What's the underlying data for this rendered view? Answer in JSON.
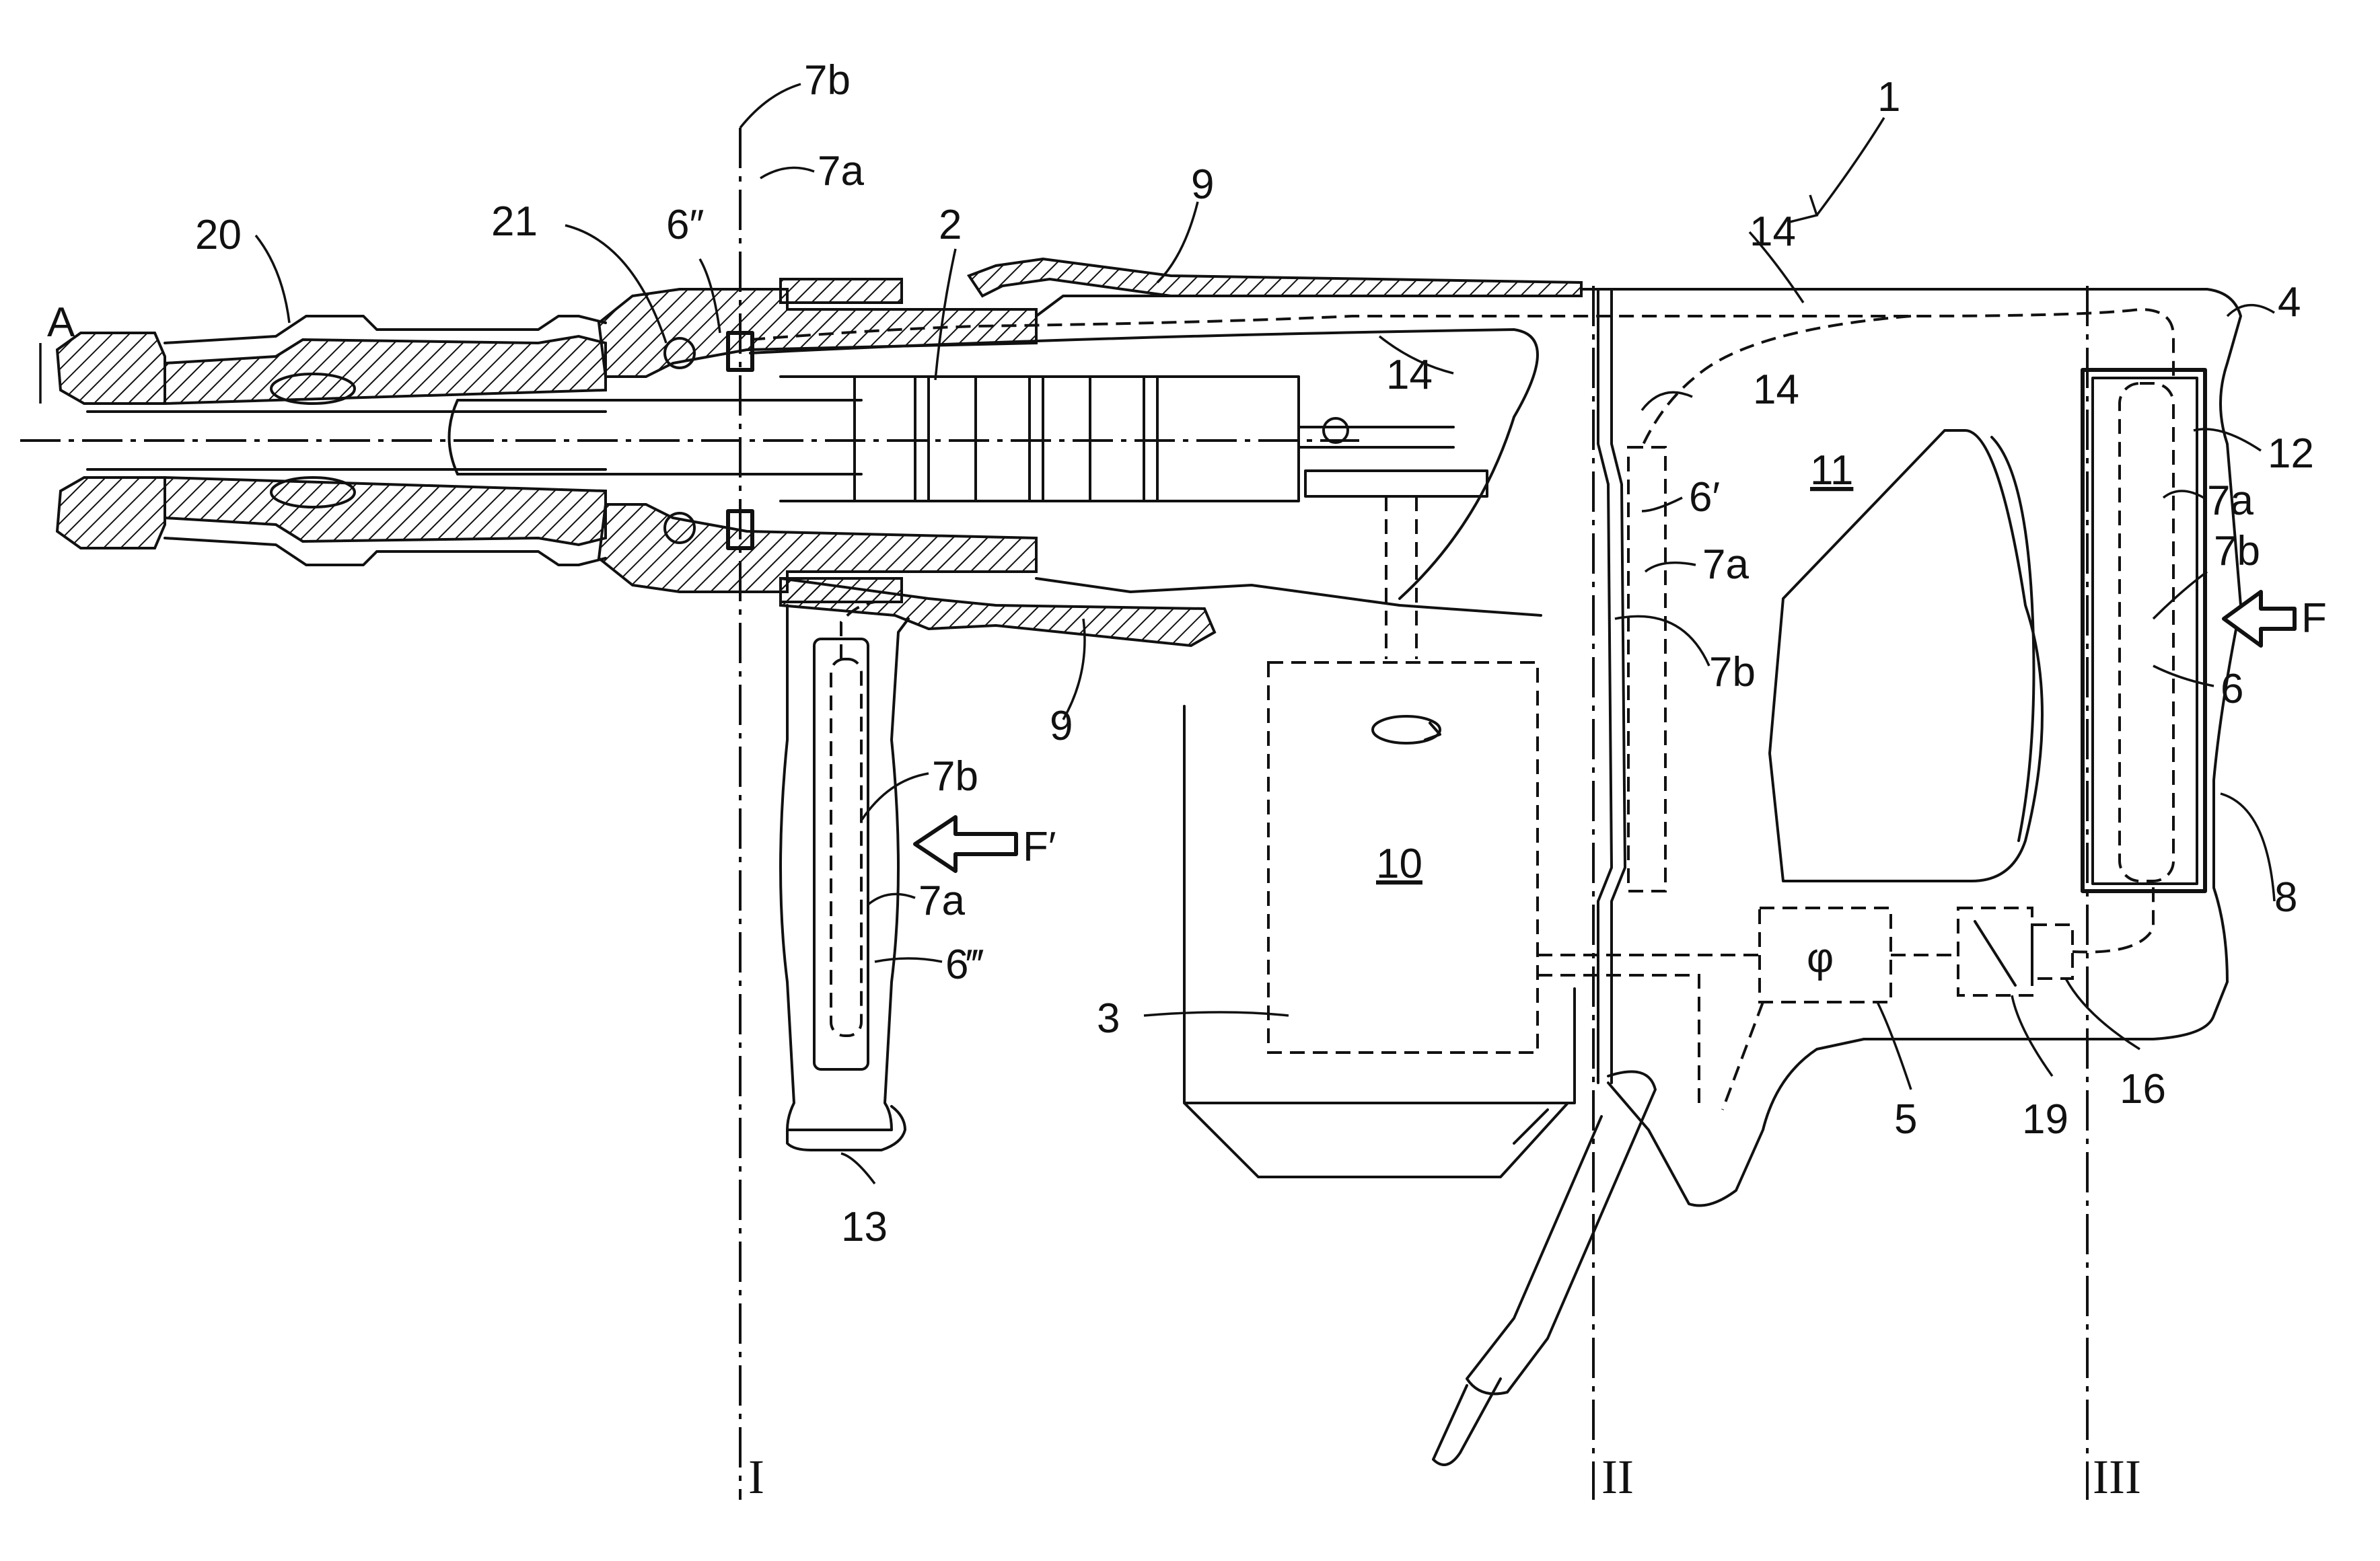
{
  "labels": {
    "tool": "1",
    "spindle": "2",
    "motor_ref": "3",
    "housing_top": "4",
    "controller": "5",
    "sensor_rear": "6",
    "sensor_top": "6′",
    "sensor_front": "6″",
    "sensor_side": "6‴",
    "elem_a": "7a",
    "elem_b": "7b",
    "grip": "8",
    "shell": "9",
    "motor": "10",
    "opening": "11",
    "handle_top": "12",
    "side_handle": "13",
    "line": "14",
    "connector": "16",
    "switch": "19",
    "chuck": "20",
    "bearing": "21",
    "axis": "A",
    "force": "F",
    "force_side": "F′",
    "phi": "φ",
    "plane_1": "I",
    "plane_2": "II",
    "plane_3": "III"
  }
}
